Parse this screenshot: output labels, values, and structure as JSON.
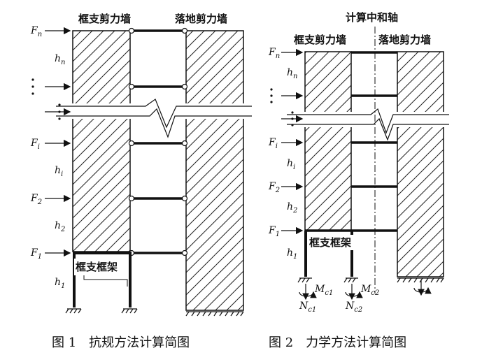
{
  "fig1": {
    "label_frame_wall": "框支剪力墙",
    "label_ground_wall": "落地剪力墙",
    "label_frame": "框支框架",
    "F_n": "F",
    "F_n_sub": "n",
    "h_n": "h",
    "h_n_sub": "n",
    "F_i": "F",
    "F_i_sub": "i",
    "h_i": "h",
    "h_i_sub": "i",
    "F_2": "F",
    "F_2_sub": "2",
    "h_2": "h",
    "h_2_sub": "2",
    "F_1": "F",
    "F_1_sub": "1",
    "h_1": "h",
    "h_1_sub": "1",
    "caption": "图 1　抗规方法计算简图"
  },
  "fig2": {
    "label_axis": "计算中和轴",
    "label_frame_wall": "框支剪力墙",
    "label_ground_wall": "落地剪力墙",
    "label_frame": "框支框架",
    "F_n": "F",
    "F_n_sub": "n",
    "h_n": "h",
    "h_n_sub": "n",
    "F_i": "F",
    "F_i_sub": "i",
    "h_i": "h",
    "h_i_sub": "i",
    "F_2": "F",
    "F_2_sub": "2",
    "h_2": "h",
    "h_2_sub": "2",
    "F_1": "F",
    "F_1_sub": "1",
    "h_1": "h",
    "h_1_sub": "1",
    "Mc1": "M",
    "Mc1_sub": "c1",
    "Mc2": "M",
    "Mc2_sub": "c2",
    "Nc1": "N",
    "Nc1_sub": "c1",
    "Nc2": "N",
    "Nc2_sub": "c2",
    "caption": "图 2　力学方法计算简图"
  }
}
